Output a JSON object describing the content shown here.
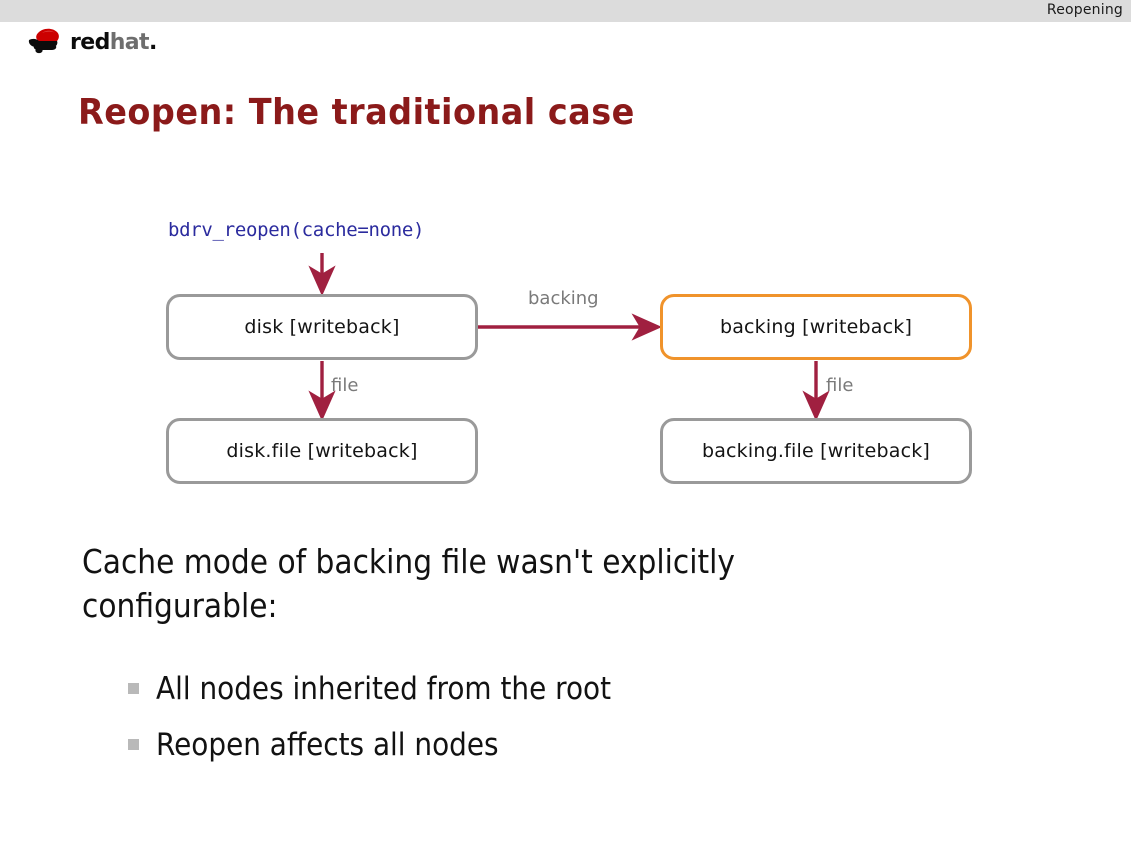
{
  "header": {
    "section_title": "Reopening",
    "logo": {
      "mark": "redhat-shadowman-icon",
      "word_red": "red",
      "word_hat": "hat",
      "word_dot": "."
    }
  },
  "slide": {
    "title": "Reopen: The traditional case",
    "body_paragraph": "Cache mode of backing file wasn't explicitly configurable:",
    "bullets": [
      {
        "marker": "square-bullet-icon",
        "text": "All nodes inherited from the root"
      },
      {
        "marker": "square-bullet-icon",
        "text": "Reopen affects all nodes"
      }
    ]
  },
  "diagram": {
    "api_call": "bdrv_reopen(cache=none)",
    "nodes": [
      {
        "id": "disk",
        "label": "disk [writeback]",
        "highlighted": false
      },
      {
        "id": "backing",
        "label": "backing [writeback]",
        "highlighted": true
      },
      {
        "id": "disk-file",
        "label": "disk.file [writeback]",
        "highlighted": false
      },
      {
        "id": "backing-file",
        "label": "backing.file [writeback]",
        "highlighted": false
      }
    ],
    "edges": [
      {
        "id": "reopen-to-disk",
        "label": ""
      },
      {
        "id": "disk-to-backing",
        "label": "backing"
      },
      {
        "id": "disk-to-disk-file",
        "label": "file"
      },
      {
        "id": "backing-to-backing-file",
        "label": "file"
      }
    ]
  },
  "colors": {
    "title_red": "#8b1a1a",
    "node_border_gray": "#9a9a9a",
    "node_border_highlight": "#f0932b",
    "arrow_maroon": "#a02040",
    "api_blue": "#2b2b9e",
    "edge_label_gray": "#7a7a7a",
    "topbar_gray": "#dcdcdc",
    "bullet_gray": "#b9b9b9"
  }
}
